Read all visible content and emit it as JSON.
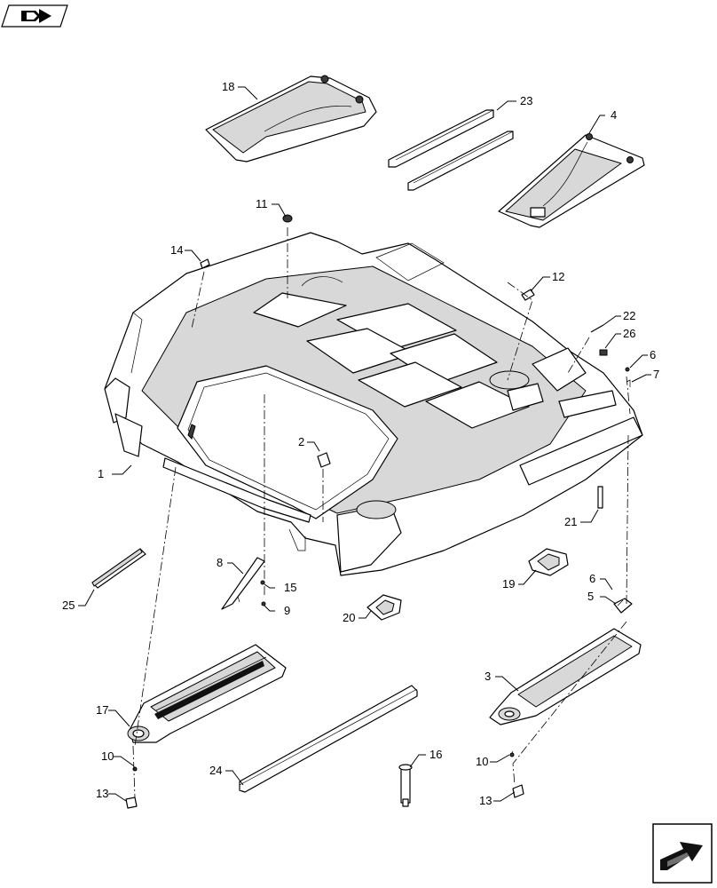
{
  "callouts": [
    "18",
    "23",
    "4",
    "11",
    "14",
    "12",
    "22",
    "26",
    "6",
    "7",
    "2",
    "1",
    "21",
    "8",
    "15",
    "9",
    "20",
    "19",
    "6",
    "5",
    "25",
    "3",
    "17",
    "10",
    "13",
    "24",
    "16",
    "10",
    "13"
  ],
  "icons": {
    "top_left": "book-arrow-icon",
    "bottom_right": "next-page-arrow-icon"
  }
}
